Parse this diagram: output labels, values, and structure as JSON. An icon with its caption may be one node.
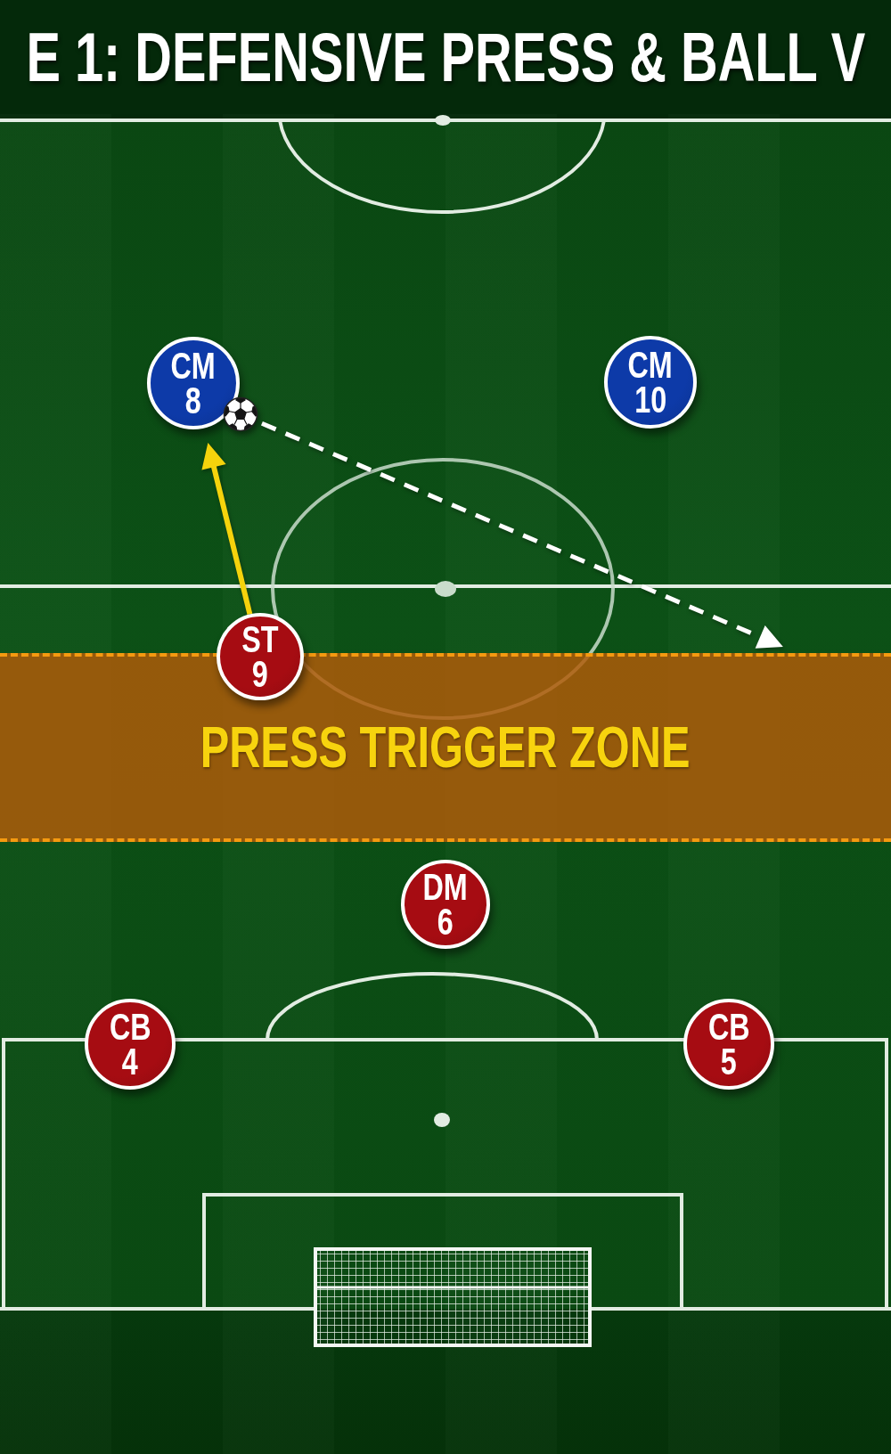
{
  "diagram": {
    "title": "E 1: DEFENSIVE PRESS & BALL V",
    "nodes": [
      {
        "text": [
          "CM",
          "8"
        ]
      },
      {
        "text": [
          "CM",
          "10"
        ]
      },
      {
        "text": [],
        "shape": "picture"
      },
      {
        "text": [
          "ST",
          "9"
        ]
      },
      {
        "text": [
          "PRESS TRIGGER ZONE"
        ]
      },
      {
        "text": [
          "DM",
          "6"
        ]
      },
      {
        "text": [
          "CB",
          "4"
        ]
      },
      {
        "text": [
          "CB",
          "5"
        ]
      }
    ],
    "edges": [
      {
        "from": 3,
        "to": 0,
        "arrow": "to",
        "color": "#f5d30c"
      },
      {
        "from": 2,
        "to": 4,
        "arrow": "to",
        "style": "dashed",
        "color": "#ffffff"
      }
    ]
  }
}
